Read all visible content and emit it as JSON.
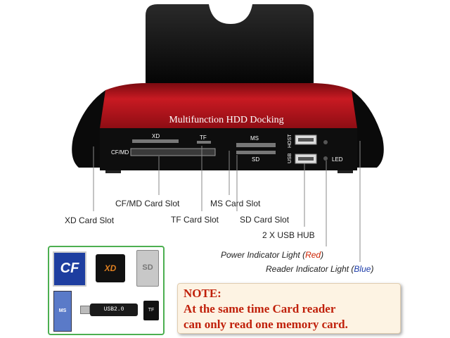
{
  "dock": {
    "title": "Multifunction HDD Docking",
    "slot_labels": {
      "xd": "XD",
      "tf": "TF",
      "cfmd": "CF/MD",
      "ms": "MS",
      "sd": "SD",
      "usb": "USB",
      "host": "HOST",
      "led": "LED"
    }
  },
  "callouts": {
    "xd_card_slot": "XD Card Slot",
    "cfmd_card_slot": "CF/MD Card Slot",
    "tf_card_slot": "TF Card Slot",
    "ms_card_slot": "MS Card Slot",
    "sd_card_slot": "SD Card Slot",
    "usb_hub": "2 X USB HUB",
    "power_light_prefix": "Power Indicator Light (",
    "power_light_color": "Red",
    "power_light_suffix": ")",
    "reader_light_prefix": "Reader Indicator Light (",
    "reader_light_color": "Blue",
    "reader_light_suffix": ")"
  },
  "cards": {
    "cf": "CF",
    "xd": "XD",
    "sd": "SD",
    "ms": "MS",
    "usb": "USB2.0",
    "tf": "TF"
  },
  "note": {
    "heading": "NOTE:",
    "line1": "At the same time Card reader",
    "line2": "can only read one memory card."
  },
  "colors": {
    "dock_red": "#b3121a",
    "dock_black": "#111111",
    "note_text": "#c0200a",
    "box_border": "#4caf50",
    "blue_label": "#1a3aa8"
  }
}
